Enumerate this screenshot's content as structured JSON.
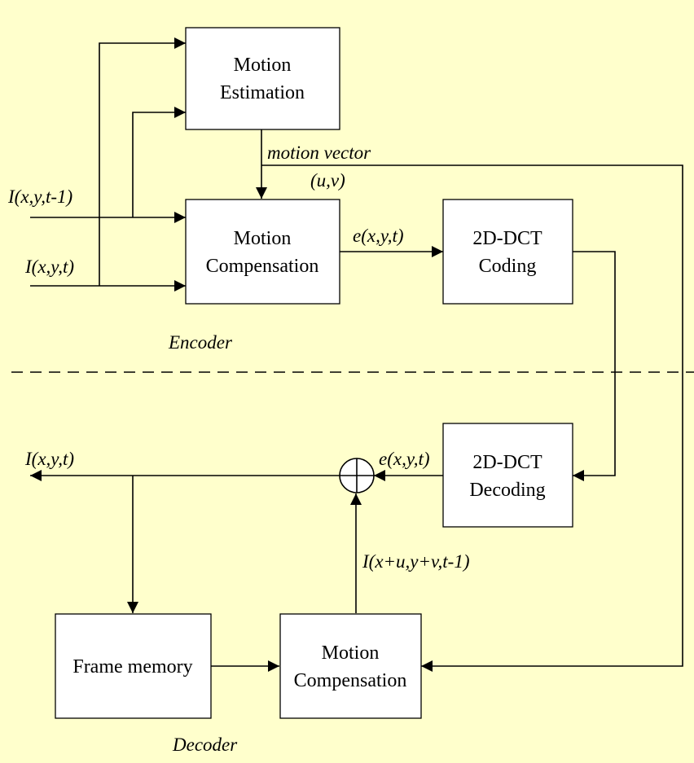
{
  "blocks": {
    "motion_estimation": [
      "Motion",
      "Estimation"
    ],
    "motion_compensation_encoder": [
      "Motion",
      "Compensation"
    ],
    "dct_coding": [
      "2D-DCT",
      "Coding"
    ],
    "dct_decoding": [
      "2D-DCT",
      "Decoding"
    ],
    "frame_memory": "Frame memory",
    "motion_compensation_decoder": [
      "Motion",
      "Compensation"
    ]
  },
  "signals": {
    "prev_frame_input": "I(x,y,t-1)",
    "current_frame_input": "I(x,y,t)",
    "motion_vector": "motion vector",
    "motion_vector_uv": "(u,v)",
    "error_encoder": "e(x,y,t)",
    "error_decoder": "e(x,y,t)",
    "reconstructed_output": "I(x,y,t)",
    "predicted_frame": "I(x+u,y+v,t-1)"
  },
  "sections": {
    "encoder": "Encoder",
    "decoder": "Decoder"
  }
}
